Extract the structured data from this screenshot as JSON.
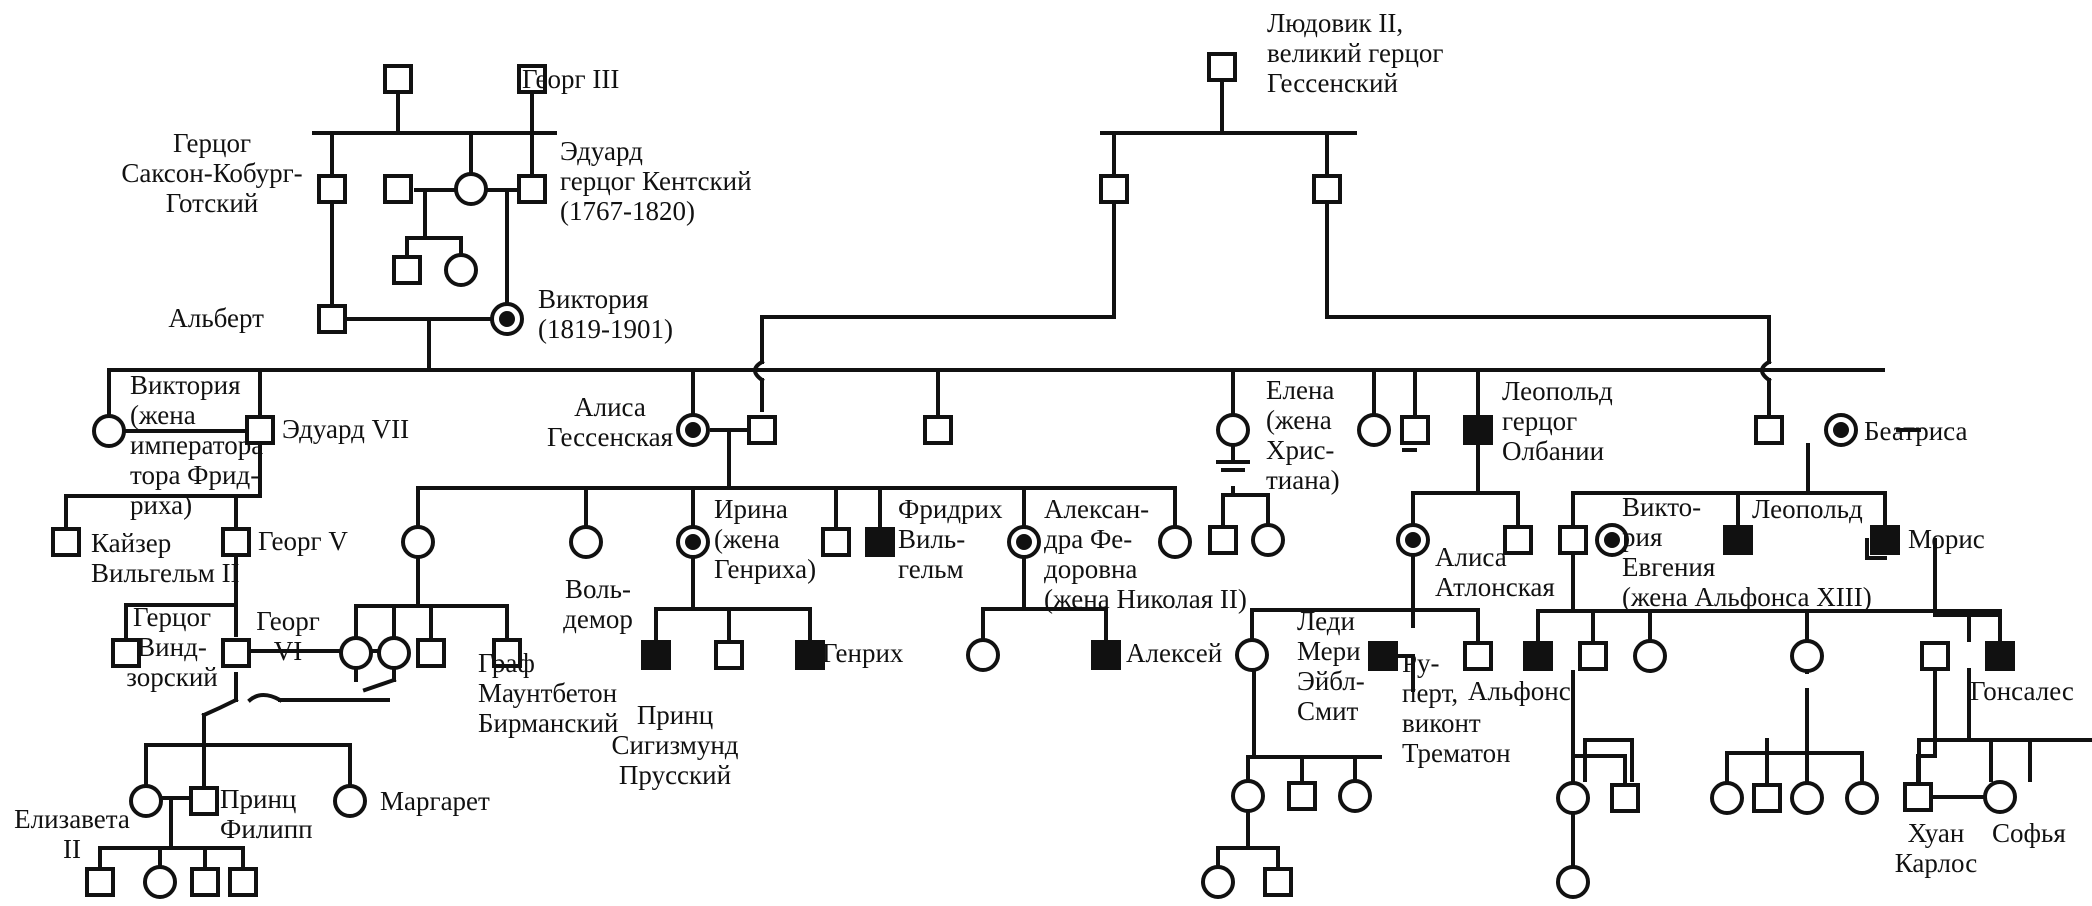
{
  "legend": {
    "unaffected_male": "square-outline",
    "unaffected_female": "circle-outline",
    "affected_male": "square-filled",
    "carrier_female": "circle-with-dot"
  },
  "colors": {
    "ink": "#111111",
    "paper": "#ffffff"
  },
  "labels": {
    "georg3": "Георг III",
    "ludwig": [
      "Людовик II,",
      "великий герцог",
      "Гессенский"
    ],
    "saxe": [
      "Герцог",
      "Саксон-Кобург-",
      "Готский"
    ],
    "eduard_kent": [
      "Эдуард",
      "герцог Кентский",
      "(1767-1820)"
    ],
    "albert": "Альберт",
    "victoria": [
      "Виктория",
      "(1819-1901)"
    ],
    "victoria_fr": [
      "Виктория",
      "(жена",
      "императора",
      "тора Фрид-",
      "риха)"
    ],
    "eduard7": "Эдуард VII",
    "alisa_hess": [
      "Алиса",
      "Гессенская"
    ],
    "elena": [
      "Елена",
      "(жена",
      "Хрис-",
      "тиана)"
    ],
    "leopold_alb": [
      "Леопольд",
      "герцог",
      "Олбании"
    ],
    "beatrisa": "Беатриса",
    "kaiser": [
      "Кайзер",
      "Вильгельм II"
    ],
    "georg5": "Георг V",
    "irina": [
      "Ирина",
      "(жена",
      "Генриха)"
    ],
    "fridrih": [
      "Фридрих",
      "Виль-",
      "гельм"
    ],
    "alexandra": [
      "Алексан-",
      "дра Фе-",
      "доровна",
      "(жена Николая II)"
    ],
    "alisa_atl": [
      "Алиса",
      "Атлонская"
    ],
    "vikt_evg": [
      "Викто-",
      "рия",
      "Евгения",
      "(жена Альфонса XIII)"
    ],
    "leopold2": "Леопольд",
    "moris": "Морис",
    "gercog_vind": [
      "Герцог",
      "Винд-",
      "зорский"
    ],
    "georg6": [
      "Георг",
      "VI"
    ],
    "graf": [
      "Граф",
      "Маунтбетон",
      "Бирманский"
    ],
    "voldemor": [
      "Воль-",
      "демор"
    ],
    "genrih": "Генрих",
    "sigizmund": [
      "Принц",
      "Сигизмунд",
      "Прусский"
    ],
    "aleksey": "Алексей",
    "ledi_meri": [
      "Леди",
      "Мери",
      "Эйбл-",
      "Смит"
    ],
    "rupert": [
      "Ру-",
      "перт,",
      "виконт",
      "Трематон"
    ],
    "alfons": "Альфонс",
    "gonsales": "Гонсалес",
    "elizaveta": [
      "Елизавета",
      "II"
    ],
    "filipp": [
      "Принц",
      "Филипп"
    ],
    "margaret": "Маргарет",
    "huan": [
      "Хуан",
      "Карлос"
    ],
    "sofia": "Софья"
  }
}
